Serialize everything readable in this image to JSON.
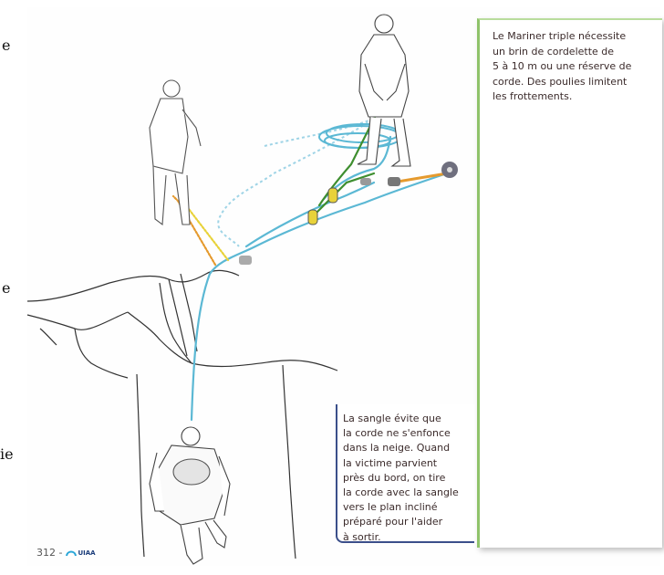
{
  "stray_letters": [
    "e",
    "e",
    "ie"
  ],
  "callout_right": {
    "lines": [
      "Le Mariner triple nécessite",
      "un brin de cordelette de",
      "5 à 10 m ou une réserve de",
      "corde. Des poulies limitent",
      "les frottements."
    ]
  },
  "callout_bottom": {
    "lines": [
      "La sangle évite que",
      "la corde ne s'enfonce",
      "dans la neige. Quand",
      "la victime parvient",
      "près du bord, on tire",
      "la corde avec la sangle",
      "vers le plan incliné",
      "préparé pour l'aider",
      "à sortir."
    ]
  },
  "footer": {
    "page_number": "312 -",
    "logo_text": "UIAA"
  },
  "colors": {
    "rope_blue": "#5bb8d4",
    "cord_green": "#3e8e2f",
    "sling_orange": "#e59a2e",
    "carabiner_yellow": "#e8d23a",
    "frame_green": "#8fc36a"
  }
}
